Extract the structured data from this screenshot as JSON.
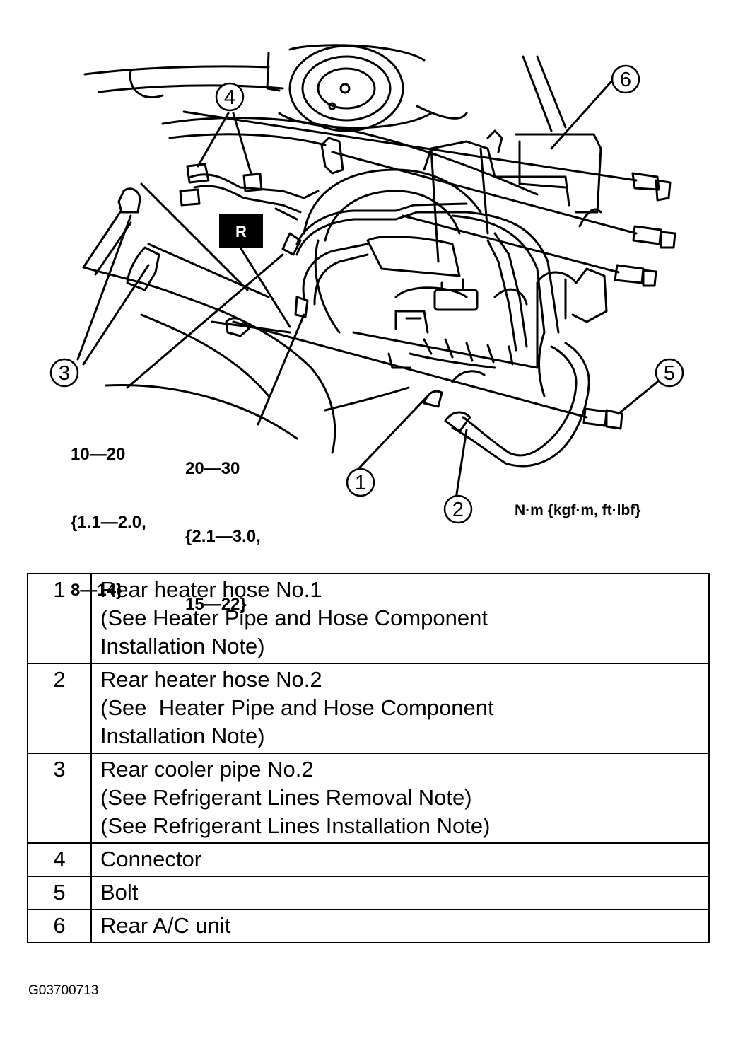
{
  "diagram": {
    "callouts": [
      "1",
      "2",
      "3",
      "4",
      "5",
      "6"
    ],
    "marker": "R",
    "torque_a": {
      "line1": "10—20",
      "line2": "{1.1—2.0,",
      "line3": "8—14}"
    },
    "torque_b": {
      "line1": "20—30",
      "line2": "{2.1—3.0,",
      "line3": "15—22}"
    },
    "units": "N·m {kgf·m, ft·lbf}"
  },
  "legend": [
    {
      "num": "1",
      "lines": [
        "Rear heater hose No.1",
        "(See Heater Pipe and Hose Component",
        "Installation Note)"
      ]
    },
    {
      "num": "2",
      "lines": [
        "Rear heater hose No.2",
        "(See  Heater Pipe and Hose Component",
        "Installation Note)"
      ]
    },
    {
      "num": "3",
      "lines": [
        "Rear cooler pipe No.2",
        "(See Refrigerant Lines Removal Note)",
        "(See Refrigerant Lines Installation Note)"
      ]
    },
    {
      "num": "4",
      "lines": [
        "Connector"
      ]
    },
    {
      "num": "5",
      "lines": [
        "Bolt"
      ]
    },
    {
      "num": "6",
      "lines": [
        "Rear A/C unit"
      ]
    }
  ],
  "figure_id": "G03700713"
}
